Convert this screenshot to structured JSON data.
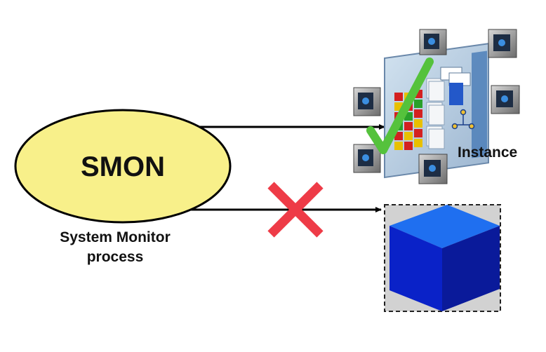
{
  "smon": {
    "label": "SMON",
    "caption_line1": "System Monitor",
    "caption_line2": "process"
  },
  "instance": {
    "label": "Instance",
    "status": "success",
    "status_icon": "checkmark-icon"
  },
  "database": {
    "label": "",
    "status": "failure",
    "status_icon": "cross-icon"
  },
  "colors": {
    "ellipse_fill": "#f8f08a",
    "cross": "#ee3b47",
    "check": "#55c23c",
    "cube_top": "#1f6ff0",
    "cube_front": "#0a22c8",
    "cube_side": "#0a1a9a",
    "arrow": "#000000"
  }
}
